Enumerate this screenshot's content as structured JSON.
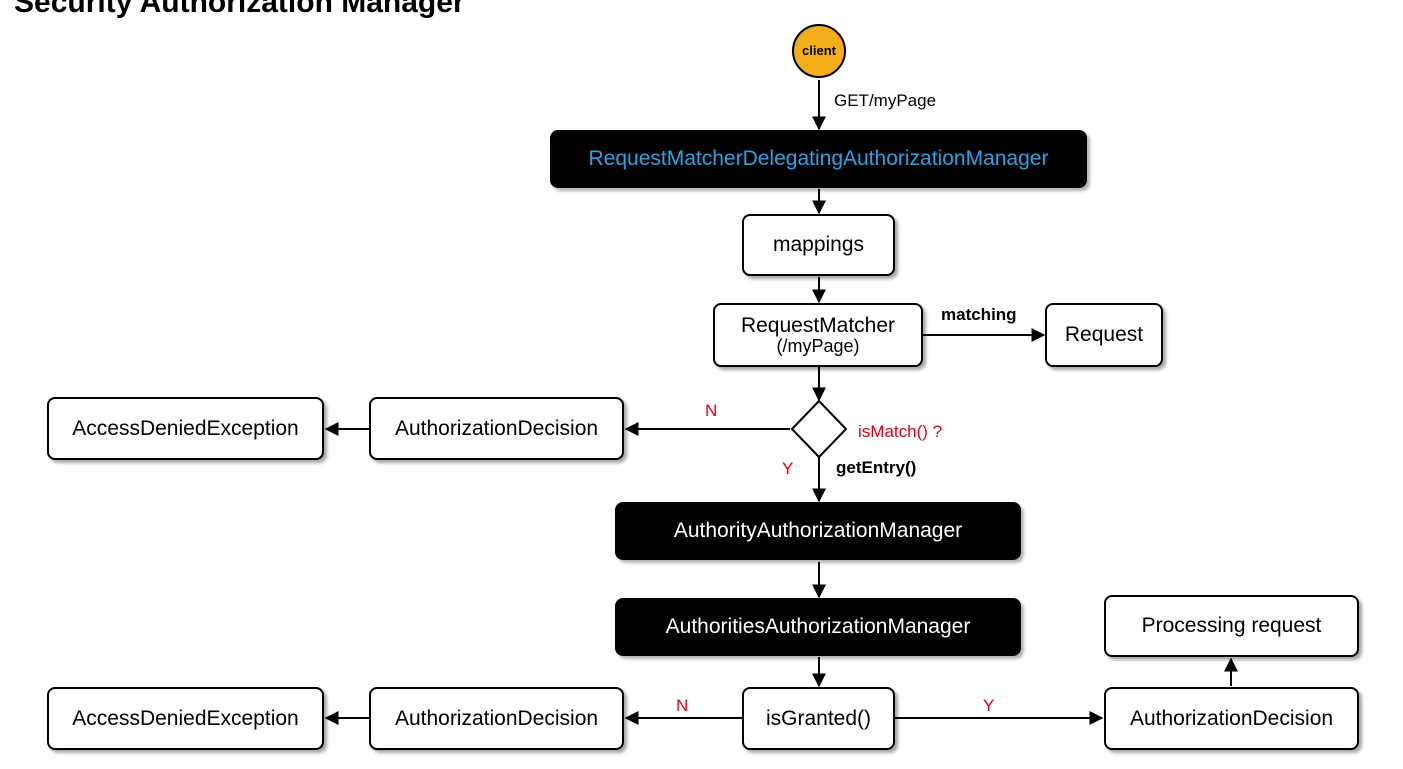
{
  "title": "Security Authorization Manager",
  "nodes": {
    "client": "client",
    "request_matcher_delegating": "RequestMatcherDelegatingAuthorizationManager",
    "mappings": "mappings",
    "request_matcher": "RequestMatcher",
    "request_matcher_path": "(/myPage)",
    "request": "Request",
    "authorization_decision_1": "AuthorizationDecision",
    "access_denied_1": "AccessDeniedException",
    "authority_manager": "AuthorityAuthorizationManager",
    "authorities_manager": "AuthoritiesAuthorizationManager",
    "is_granted": "isGranted()",
    "authorization_decision_2": "AuthorizationDecision",
    "access_denied_2": "AccessDeniedException",
    "authorization_decision_3": "AuthorizationDecision",
    "processing_request": "Processing request"
  },
  "labels": {
    "get_my_page": "GET/myPage",
    "matching": "matching",
    "is_match": "isMatch() ?",
    "get_entry": "getEntry()",
    "n1": "N",
    "y1": "Y",
    "n2": "N",
    "y2": "Y"
  },
  "colors": {
    "client_fill": "#f6ad1c",
    "accent_text": "#29a3e8",
    "decision_labels": "#e5000f",
    "dark_box": "#000000"
  }
}
